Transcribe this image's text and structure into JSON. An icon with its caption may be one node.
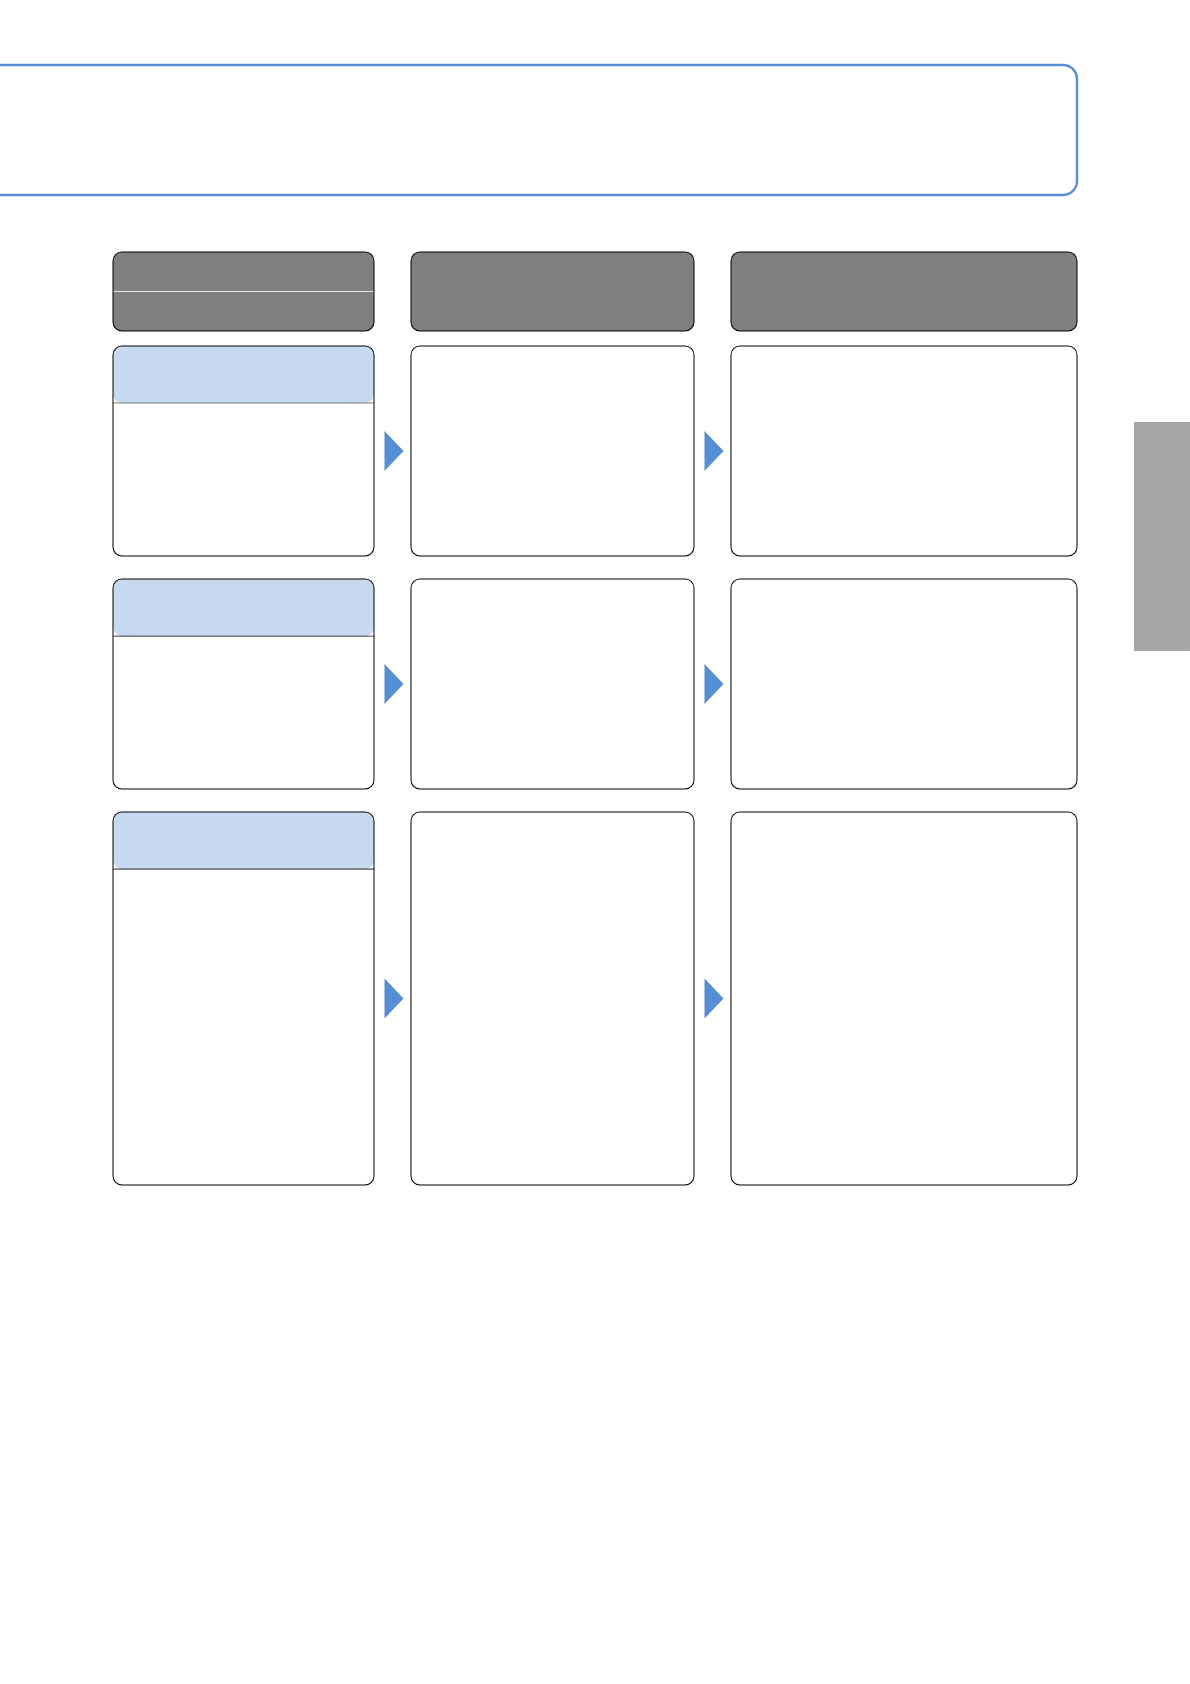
{
  "diagram": {
    "nodes": [
      {
        "text": [],
        "shape": "box"
      },
      {
        "text": [],
        "shape": "box"
      },
      {
        "text": [],
        "shape": "box"
      },
      {
        "text": [],
        "shape": "box"
      },
      {
        "text": [],
        "shape": "box"
      },
      {
        "text": [],
        "shape": "box"
      },
      {
        "text": [],
        "shape": "box"
      },
      {
        "text": [],
        "shape": "box"
      },
      {
        "text": [],
        "shape": "box"
      },
      {
        "text": [],
        "shape": "box"
      },
      {
        "text": [],
        "shape": "box"
      },
      {
        "text": [],
        "shape": "box"
      },
      {
        "text": [],
        "shape": "box"
      },
      {
        "text": [],
        "shape": "bar"
      }
    ],
    "edges": [
      {
        "from": 4,
        "to": 5,
        "arrow": "to"
      },
      {
        "from": 5,
        "to": 6,
        "arrow": "to"
      },
      {
        "from": 7,
        "to": 8,
        "arrow": "to"
      },
      {
        "from": 8,
        "to": 9,
        "arrow": "to"
      },
      {
        "from": 10,
        "to": 11,
        "arrow": "to"
      },
      {
        "from": 11,
        "to": 12,
        "arrow": "to"
      }
    ]
  }
}
